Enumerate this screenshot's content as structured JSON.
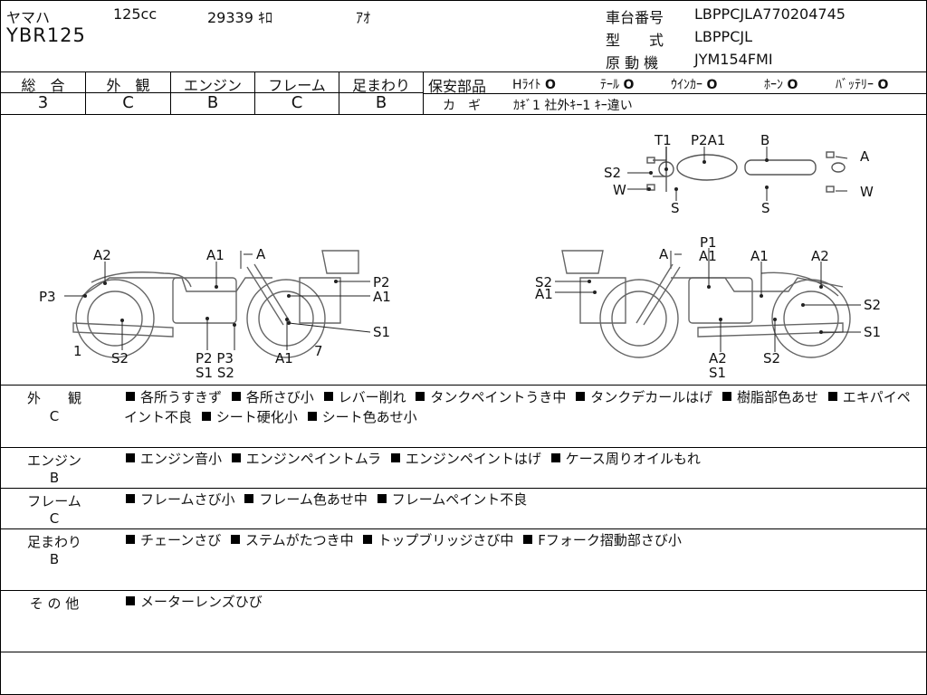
{
  "header": {
    "maker": "ヤマハ",
    "displacement": "125cc",
    "mileage": "29339 ｷﾛ",
    "color": "ｱｵ",
    "model": "YBR125",
    "frame_label": "車台番号",
    "frame_value": "LBPPCJLA770204745",
    "type_label": "型　　式",
    "type_value": "LBPPCJL",
    "engine_label": "原 動 機",
    "engine_value": "JYM154FMI"
  },
  "grades": [
    {
      "label": "総　合",
      "value": "3"
    },
    {
      "label": "外　観",
      "value": "C"
    },
    {
      "label": "エンジン",
      "value": "B"
    },
    {
      "label": "フレーム",
      "value": "C"
    },
    {
      "label": "足まわり",
      "value": "B"
    }
  ],
  "safety": {
    "label": "保安部品",
    "items": [
      {
        "name": "Hﾗｲﾄ",
        "mark": "O"
      },
      {
        "name": "ﾃｰﾙ",
        "mark": "O"
      },
      {
        "name": "ｳｲﾝｶｰ",
        "mark": "O"
      },
      {
        "name": "ﾎｰﾝ",
        "mark": "O"
      },
      {
        "name": "ﾊﾞｯﾃﾘｰ",
        "mark": "O"
      }
    ],
    "key_label": "カ　ギ",
    "key_value": "ｶｷﾞ1 社外ｷｰ1 ｷｰ違い"
  },
  "diagram_labels": {
    "top": [
      "T1",
      "P2A1",
      "B",
      "A",
      "S2",
      "W",
      "S",
      "S",
      "W"
    ],
    "left": [
      "A2",
      "A1",
      "A",
      "P2",
      "P3",
      "A1",
      "S1",
      "1",
      "S2",
      "P2 P3",
      "S1 S2",
      "A1",
      "7"
    ],
    "right": [
      "P1",
      "A",
      "A1",
      "A1",
      "A2",
      "S2",
      "A1",
      "S2",
      "S1",
      "A2",
      "S1",
      "S2"
    ]
  },
  "sections": [
    {
      "label1": "外　　観",
      "label2": "C",
      "items": [
        "各所うすきず",
        "各所さび小",
        "レバー削れ",
        "タンクペイントうき中",
        "タンクデカールはげ",
        "樹脂部色あせ",
        "エキパイペイント不良",
        "シート硬化小",
        "シート色あせ小"
      ]
    },
    {
      "label1": "エンジン",
      "label2": "B",
      "items": [
        "エンジン音小",
        "エンジンペイントムラ",
        "エンジンペイントはげ",
        "ケース周りオイルもれ"
      ]
    },
    {
      "label1": "フレーム",
      "label2": "C",
      "items": [
        "フレームさび小",
        "フレーム色あせ中",
        "フレームペイント不良"
      ]
    },
    {
      "label1": "足まわり",
      "label2": "B",
      "items": [
        "チェーンさび",
        "ステムがたつき中",
        "トップブリッジさび中",
        "Fフォーク摺動部さび小"
      ]
    },
    {
      "label1": "そ の 他",
      "label2": "",
      "items": [
        "メーターレンズひび"
      ]
    }
  ]
}
